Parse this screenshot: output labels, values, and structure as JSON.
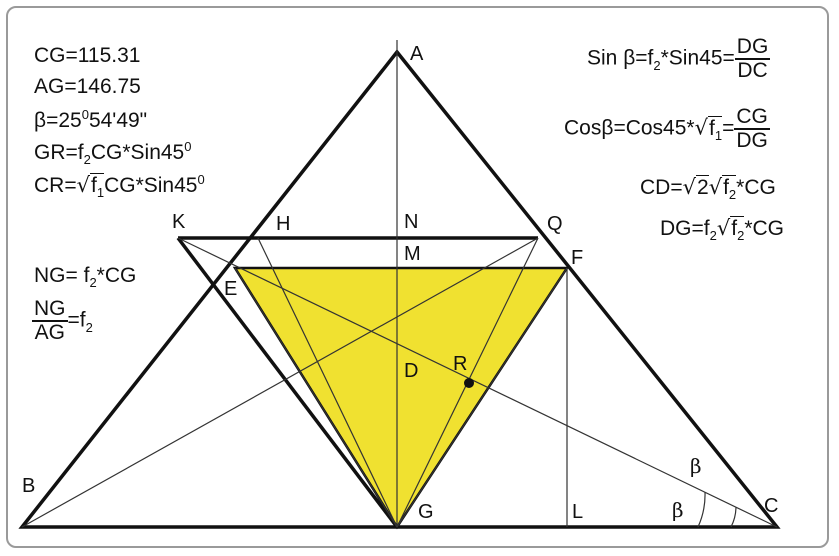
{
  "colors": {
    "fill": "#f0e130",
    "stroke": "#111111",
    "thin": "#333333",
    "frame": "#9a9a9a"
  },
  "points": {
    "A": "A",
    "B": "B",
    "C": "C",
    "G": "G",
    "L": "L",
    "K": "K",
    "H": "H",
    "N": "N",
    "Q": "Q",
    "M": "M",
    "F": "F",
    "E": "E",
    "D": "D",
    "R": "R"
  },
  "angles": {
    "beta_top": "β",
    "beta_bottom": "β"
  },
  "given": {
    "cg_label": "CG=",
    "cg_value": "115.31",
    "ag_label": "AG=",
    "ag_value": "146.75",
    "beta_sym": "β",
    "beta_eq": "=25",
    "beta_deg": "0",
    "beta_min": "54'49\"",
    "gr_lhs": "GR=f",
    "gr_f_sub": "2",
    "gr_mid": "CG*Sin45",
    "gr_deg": "0",
    "cr_lhs": "CR=",
    "cr_rad_f": "f",
    "cr_f_sub": "1",
    "cr_mid": "CG*Sin45",
    "cr_deg": "0"
  },
  "ng": {
    "ng_eq": "NG= f",
    "ng_sub": "2",
    "ng_tail": "*CG",
    "frac_num": "NG",
    "frac_den": "AG",
    "frac_eq": "=f",
    "frac_sub": "2"
  },
  "formulas": {
    "sin_lhs": "Sin ",
    "sin_beta": "β",
    "sin_mid": "=f",
    "sin_sub": "2",
    "sin_tail": "*Sin45=",
    "sin_num": "DG",
    "sin_den": "DC",
    "cos_lhs": "Cos",
    "cos_beta": "β",
    "cos_mid": "=Cos45*",
    "cos_f": "f",
    "cos_sub": "1",
    "cos_eq": "=",
    "cos_num": "CG",
    "cos_den": "DG",
    "cd_lhs": "CD=",
    "cd_two": "2",
    "cd_f": "f",
    "cd_sub": "2",
    "cd_tail": "*CG",
    "dg_lhs": "DG=f",
    "dg_sub": "2",
    "dg_f": "f",
    "dg_f_sub": "2",
    "dg_tail": "*CG"
  }
}
